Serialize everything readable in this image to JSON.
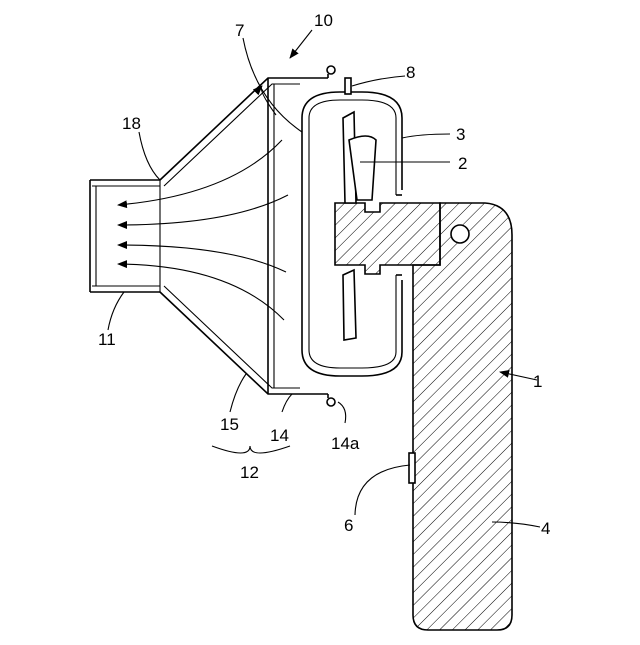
{
  "labels": {
    "l1": "1",
    "l2": "2",
    "l3": "3",
    "l4": "4",
    "l6": "6",
    "l7": "7",
    "l8": "8",
    "l10": "10",
    "l11": "11",
    "l12": "12",
    "l14": "14",
    "l14a": "14a",
    "l15": "15",
    "l18": "18"
  },
  "colors": {
    "line": "#000000",
    "background": "#ffffff"
  }
}
